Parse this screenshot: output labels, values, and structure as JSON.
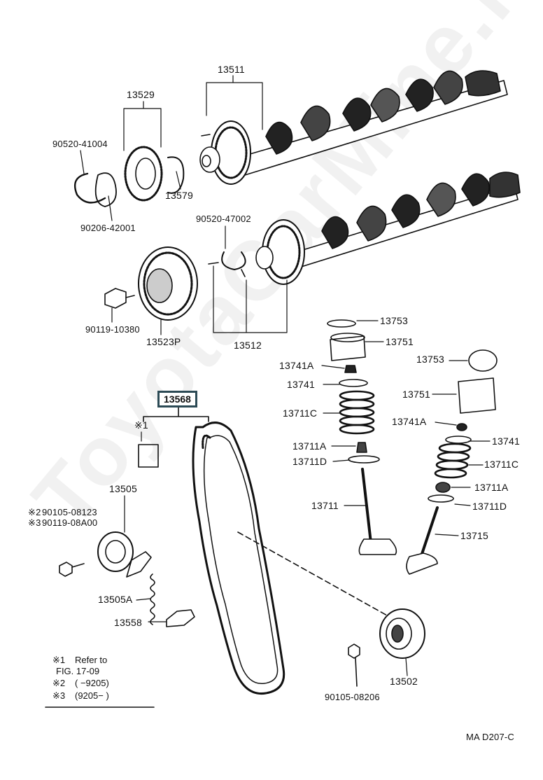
{
  "watermark": "ToyotaCarMine.ru",
  "figure_code": "MA D207-C",
  "parts": {
    "p13511": "13511",
    "p13529": "13529",
    "p90520_41004": "90520-41004",
    "p13579": "13579",
    "p90206_42001": "90206-42001",
    "p90520_47002": "90520-47002",
    "p90119_10380": "90119-10380",
    "p13523P": "13523P",
    "p13512": "13512",
    "p13753a": "13753",
    "p13751a": "13751",
    "p13741Aa": "13741A",
    "p13741a": "13741",
    "p13711Ca": "13711C",
    "p13711Aa": "13711A",
    "p13711Da": "13711D",
    "p13711": "13711",
    "p13753b": "13753",
    "p13751b": "13751",
    "p13741Ab": "13741A",
    "p13741b": "13741",
    "p13711Cb": "13711C",
    "p13711Ab": "13711A",
    "p13711Db": "13711D",
    "p13715": "13715",
    "p13568": "13568",
    "p13505": "13505",
    "p90105_08123": "90105-08123",
    "p90119_08A00": "90119-08A00",
    "p13505A": "13505A",
    "p13558": "13558",
    "p13502": "13502",
    "p90105_08206": "90105-08206"
  },
  "markers": {
    "m1": "※1",
    "m2": "※2",
    "m3": "※3"
  },
  "notes": {
    "n1_mark": "※1",
    "n1_text": "Refer to",
    "n1_text2": "FIG. 17-09",
    "n2_mark": "※2",
    "n2_text": "(      −9205)",
    "n3_mark": "※3",
    "n3_text": "(9205−      )"
  }
}
